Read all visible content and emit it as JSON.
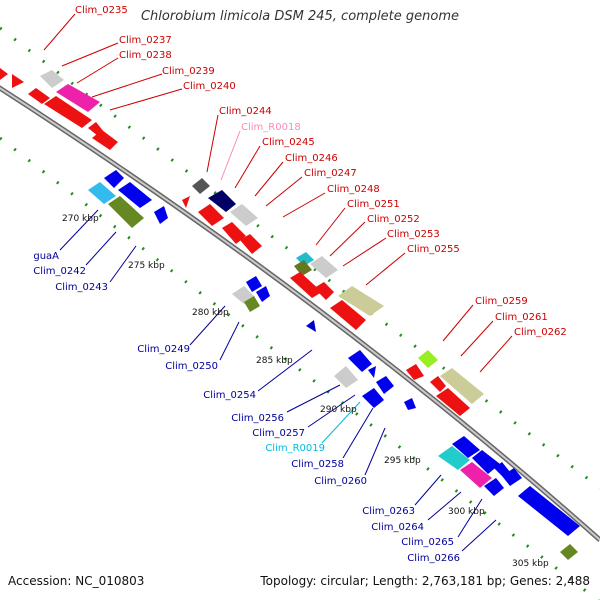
{
  "title": "Chlorobium limicola DSM 245, complete genome",
  "footer": {
    "accession": "Accession: NC_010803",
    "summary": "Topology: circular; Length: 2,763,181 bp; Genes: 2,488"
  },
  "colors": {
    "forward_label": "#cc0000",
    "reverse_label": "#000099",
    "rna_forward_label": "#ff88bb",
    "rna_reverse_label": "#00bbdd",
    "backbone": "#888888",
    "tick": "#228b22"
  },
  "ticks": [
    "270 kbp",
    "275 kbp",
    "280 kbp",
    "285 kbp",
    "290 kbp",
    "295 kbp",
    "300 kbp",
    "305 kbp"
  ],
  "forward_labels": [
    "Clim_0235",
    "Clim_0237",
    "Clim_0238",
    "Clim_0239",
    "Clim_0240",
    "Clim_0244",
    "Clim_R0018",
    "Clim_0245",
    "Clim_0246",
    "Clim_0247",
    "Clim_0248",
    "Clim_0251",
    "Clim_0252",
    "Clim_0253",
    "Clim_0255",
    "Clim_0259",
    "Clim_0261",
    "Clim_0262"
  ],
  "reverse_labels": [
    "guaA",
    "Clim_0242",
    "Clim_0243",
    "Clim_0249",
    "Clim_0250",
    "Clim_0254",
    "Clim_0256",
    "Clim_0257",
    "Clim_R0019",
    "Clim_0258",
    "Clim_0260",
    "Clim_0263",
    "Clim_0264",
    "Clim_0265",
    "Clim_0266"
  ]
}
